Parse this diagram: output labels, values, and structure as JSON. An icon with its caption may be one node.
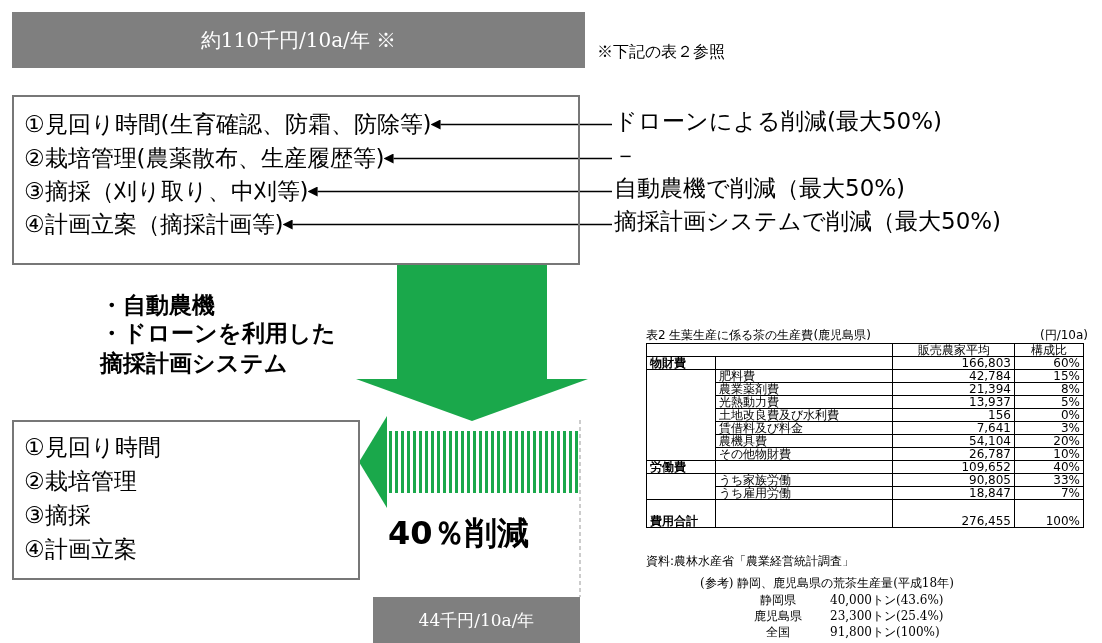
{
  "diagram": {
    "nodes": [
      {
        "text": [
          "約110千円/10a/年 ※"
        ],
        "beside": [
          "※下記の表２参照"
        ]
      },
      {
        "text": [],
        "shape": "box"
      },
      {
        "text": [
          "①見回り時間(生育確認、防霜、防除等)"
        ],
        "in": 1
      },
      {
        "text": [
          "②栽培管理(農薬散布、生産履歴等)"
        ],
        "in": 1
      },
      {
        "text": [
          "③摘採（刈り取り、中刈等)"
        ],
        "in": 1
      },
      {
        "text": [
          "④計画立案（摘採計画等)"
        ],
        "in": 1
      },
      {
        "text": [
          "ドローンによる削減(最大50%)"
        ]
      },
      {
        "text": [
          "－"
        ]
      },
      {
        "text": [
          "自動農機で削減（最大50%)"
        ]
      },
      {
        "text": [
          "摘採計画システムで削減（最大50%)"
        ]
      },
      {
        "text": [
          "①見回り時間",
          "②栽培管理",
          "③摘採",
          "④計画立案"
        ]
      },
      {
        "text": [
          "44千円/10a/年"
        ]
      }
    ],
    "edges": [
      {
        "from": 6,
        "to": 2,
        "arrow": "to"
      },
      {
        "from": 7,
        "to": 3,
        "arrow": "to"
      },
      {
        "from": 8,
        "to": 4,
        "arrow": "to"
      },
      {
        "from": 9,
        "to": 5,
        "arrow": "to"
      },
      {
        "from": 1,
        "to": 10,
        "arrow": "to",
        "style": "thick",
        "color": "#1aa84b"
      },
      {
        "from": null,
        "to": 10,
        "arrow": "to",
        "style": "dashed",
        "color": "#1aa84b",
        "label": "40％削減"
      }
    ],
    "labels": [
      "・自動農機",
      "・ドローンを利用した摘採計画システム",
      "表2 生葉生産に係る茶の生産費(鹿児島県)",
      "(円/10a)",
      "販売農家平均",
      "構成比",
      "物財費",
      "166,803",
      "60%",
      "肥料費",
      "42,784",
      "15%",
      "農業薬剤費",
      "21,394",
      "8%",
      "光熱動力費",
      "13,937",
      "5%",
      "土地改良費及び水利費",
      "156",
      "0%",
      "賃借料及び料金",
      "7,641",
      "3%",
      "農機具費",
      "54,104",
      "20%",
      "その他物財費",
      "26,787",
      "10%",
      "労働費",
      "109,652",
      "40%",
      "うち家族労働",
      "90,805",
      "33%",
      "うち雇用労働",
      "18,847",
      "7%",
      "費用合計",
      "276,455",
      "100%",
      "資料:農林水産省「農業経営統計調査」",
      "(参考) 静岡、鹿児島県の荒茶生産量(平成18年)",
      "静岡県",
      "40,000トン(43.6%)",
      "鹿児島県",
      "23,300トン(25.4%)",
      "全国",
      "91,800トン(100%)"
    ]
  }
}
